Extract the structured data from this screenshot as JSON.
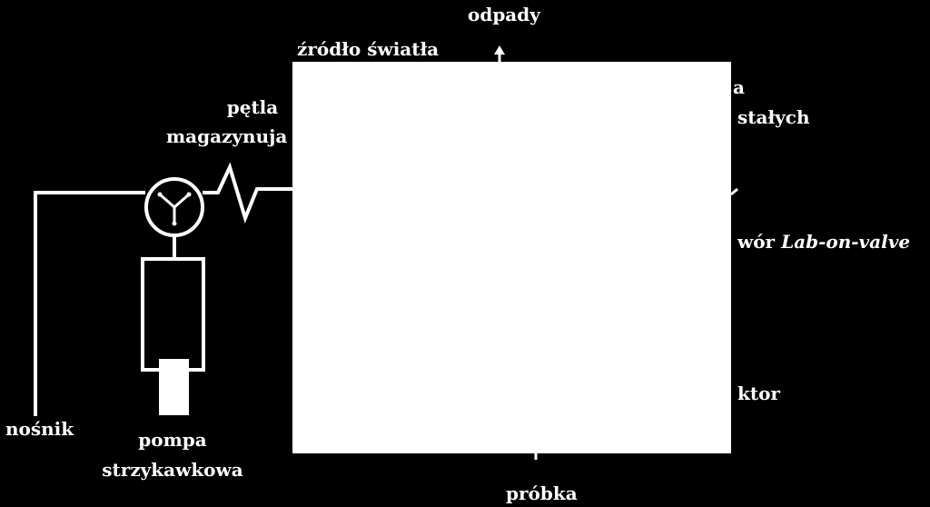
{
  "diagram": {
    "labels": {
      "waste": "odpady",
      "light_source": "źródło światła",
      "holding_loop_line1": "pętla",
      "holding_loop_line2": "magazynuja",
      "solids_partial_1": "a",
      "solids_partial_2": "stałych",
      "lov_prefix": "wór",
      "lov_italic": "Lab-on-valve",
      "detector_partial": "ktor",
      "carrier": "nośnik",
      "pump_line1": "pompa",
      "pump_line2": "strzykawkowa",
      "sample": "próbka"
    },
    "colors": {
      "background": "#000000",
      "foreground": "#ffffff",
      "occluding_panel": "#ffffff"
    }
  }
}
